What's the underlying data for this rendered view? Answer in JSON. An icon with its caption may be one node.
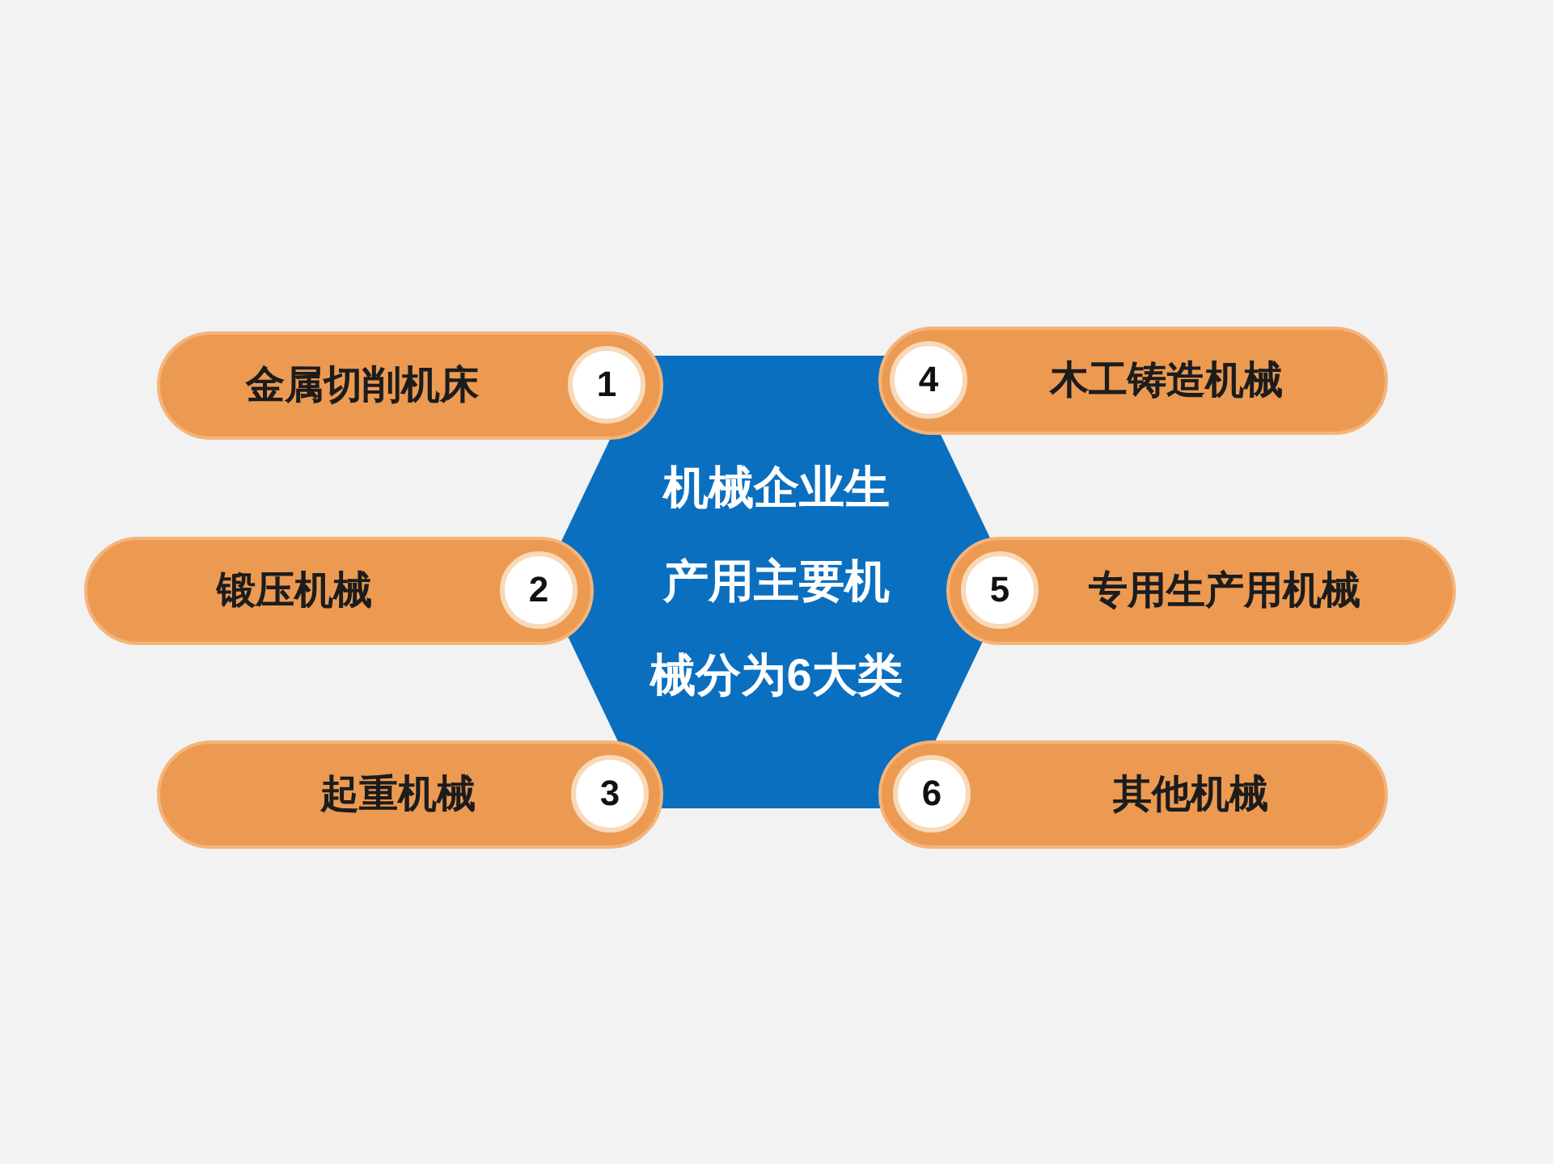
{
  "diagram": {
    "nodes": [
      {
        "text": [
          "机械企业生产用主要机械分为6大类"
        ]
      },
      {
        "text": [
          "金属切削机床"
        ]
      },
      {
        "text": [
          "1"
        ],
        "in": 1
      },
      {
        "text": [
          "锻压机械"
        ]
      },
      {
        "text": [
          "2"
        ],
        "in": 3
      },
      {
        "text": [
          "起重机械"
        ]
      },
      {
        "text": [
          "3"
        ],
        "in": 5
      },
      {
        "text": [
          "木工铸造机械"
        ]
      },
      {
        "text": [
          "4"
        ],
        "in": 7
      },
      {
        "text": [
          "专用生产用机械"
        ]
      },
      {
        "text": [
          "5"
        ],
        "in": 9
      },
      {
        "text": [
          "其他机械"
        ]
      },
      {
        "text": [
          "6"
        ],
        "in": 11
      }
    ]
  }
}
